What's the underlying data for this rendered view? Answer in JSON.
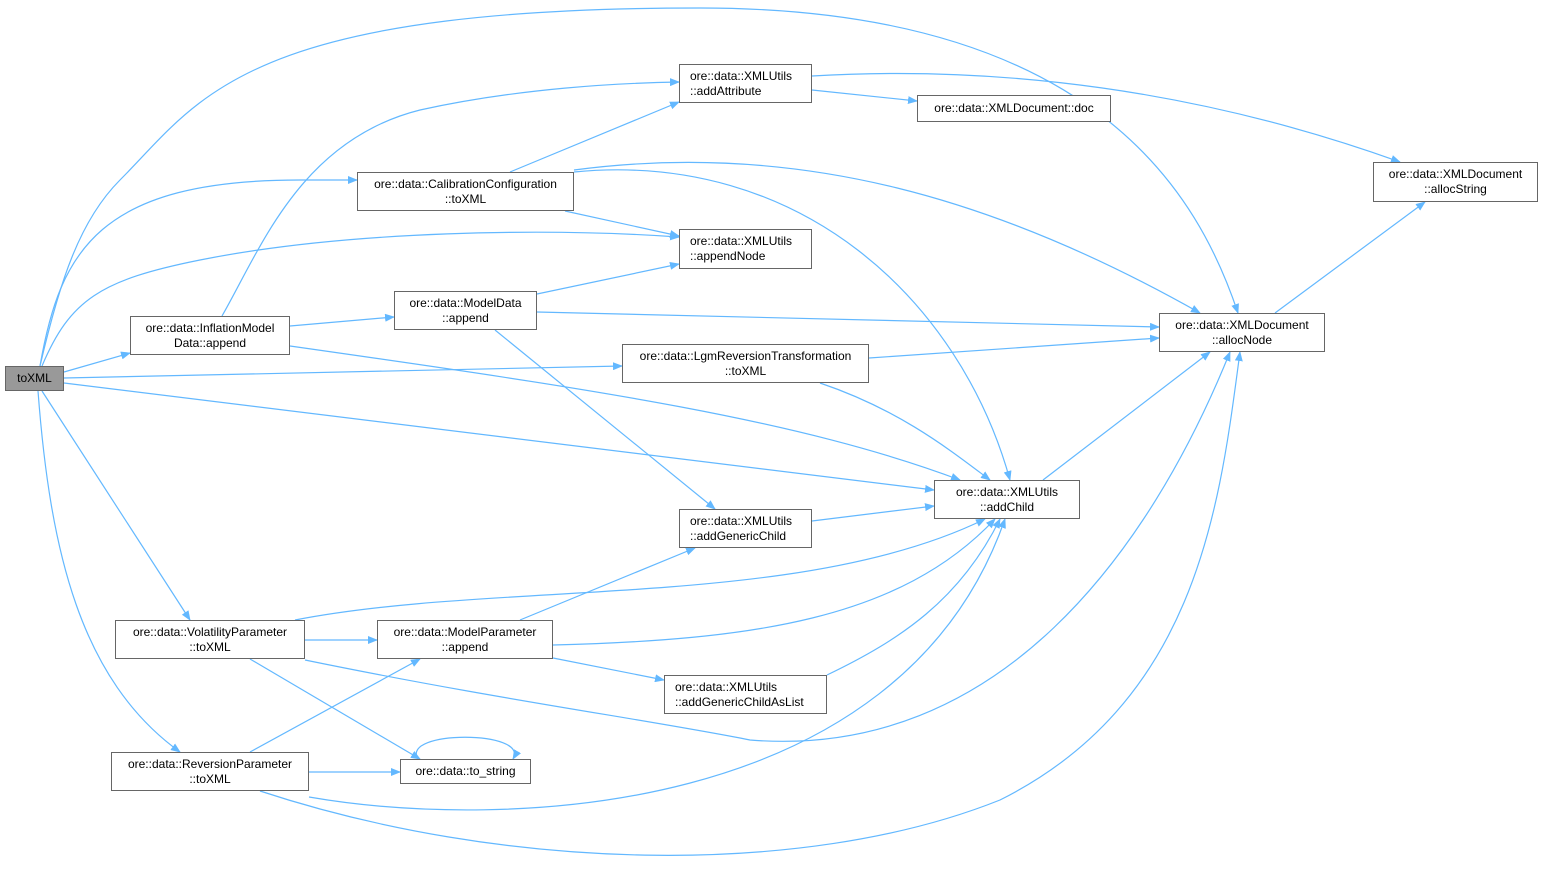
{
  "graph": {
    "edge_color": "#63b8ff",
    "root_fill": "#999999",
    "nodes": {
      "toXML": {
        "l1": "toXML",
        "l2": ""
      },
      "addAttribute": {
        "l1": "ore::data::XMLUtils",
        "l2": "::addAttribute"
      },
      "doc": {
        "l1": "ore::data::XMLDocument::doc",
        "l2": ""
      },
      "allocString": {
        "l1": "ore::data::XMLDocument",
        "l2": "::allocString"
      },
      "calibToXML": {
        "l1": "ore::data::CalibrationConfiguration",
        "l2": "::toXML"
      },
      "appendNode": {
        "l1": "ore::data::XMLUtils",
        "l2": "::appendNode"
      },
      "inflAppend": {
        "l1": "ore::data::InflationModel",
        "l2": "Data::append"
      },
      "modelDataAppend": {
        "l1": "ore::data::ModelData",
        "l2": "::append"
      },
      "allocNode": {
        "l1": "ore::data::XMLDocument",
        "l2": "::allocNode"
      },
      "lgmToXML": {
        "l1": "ore::data::LgmReversionTransformation",
        "l2": "::toXML"
      },
      "addChild": {
        "l1": "ore::data::XMLUtils",
        "l2": "::addChild"
      },
      "addGenericChild": {
        "l1": "ore::data::XMLUtils",
        "l2": "::addGenericChild"
      },
      "volToXML": {
        "l1": "ore::data::VolatilityParameter",
        "l2": "::toXML"
      },
      "modelParamAppend": {
        "l1": "ore::data::ModelParameter",
        "l2": "::append"
      },
      "addGenericChildAsList": {
        "l1": "ore::data::XMLUtils",
        "l2": "::addGenericChildAsList"
      },
      "revToXML": {
        "l1": "ore::data::ReversionParameter",
        "l2": "::toXML"
      },
      "toString": {
        "l1": "ore::data::to_string",
        "l2": ""
      }
    }
  }
}
